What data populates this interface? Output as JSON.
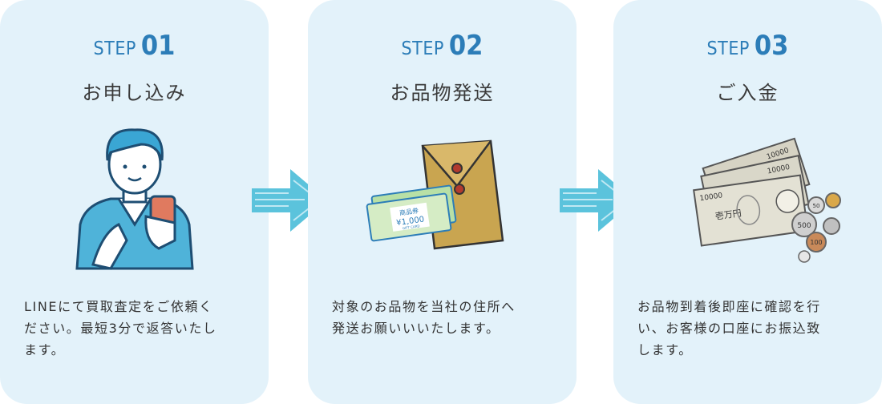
{
  "steps": [
    {
      "label": "STEP",
      "number": "01",
      "title": "お申し込み",
      "description": "LINEにて買取査定をご依頼く\nださい。最短3分で返答いたし\nます。"
    },
    {
      "label": "STEP",
      "number": "02",
      "title": "お品物発送",
      "description": "対象のお品物を当社の住所へ\n発送お願いいいたします。",
      "voucher": {
        "label": "商品券",
        "amount": "¥1,000",
        "sub": "GIFT CARD"
      }
    },
    {
      "label": "STEP",
      "number": "03",
      "title": "ご入金",
      "description": "お品物到着後即座に確認を行\nい、お客様の口座にお振込致\nします。",
      "notes": {
        "denomination": "10000",
        "kanji": "壱万円"
      },
      "coins": [
        "500",
        "100",
        "50"
      ]
    }
  ],
  "colors": {
    "card_bg": "#e3f2fa",
    "accent": "#2c7db8",
    "arrow": "#5bc3dc",
    "text": "#333333"
  },
  "icons": [
    "person-phone-illustration",
    "envelope-icon",
    "gift-voucher-icon",
    "banknotes-icon",
    "coins-icon",
    "arrow-right-icon"
  ]
}
